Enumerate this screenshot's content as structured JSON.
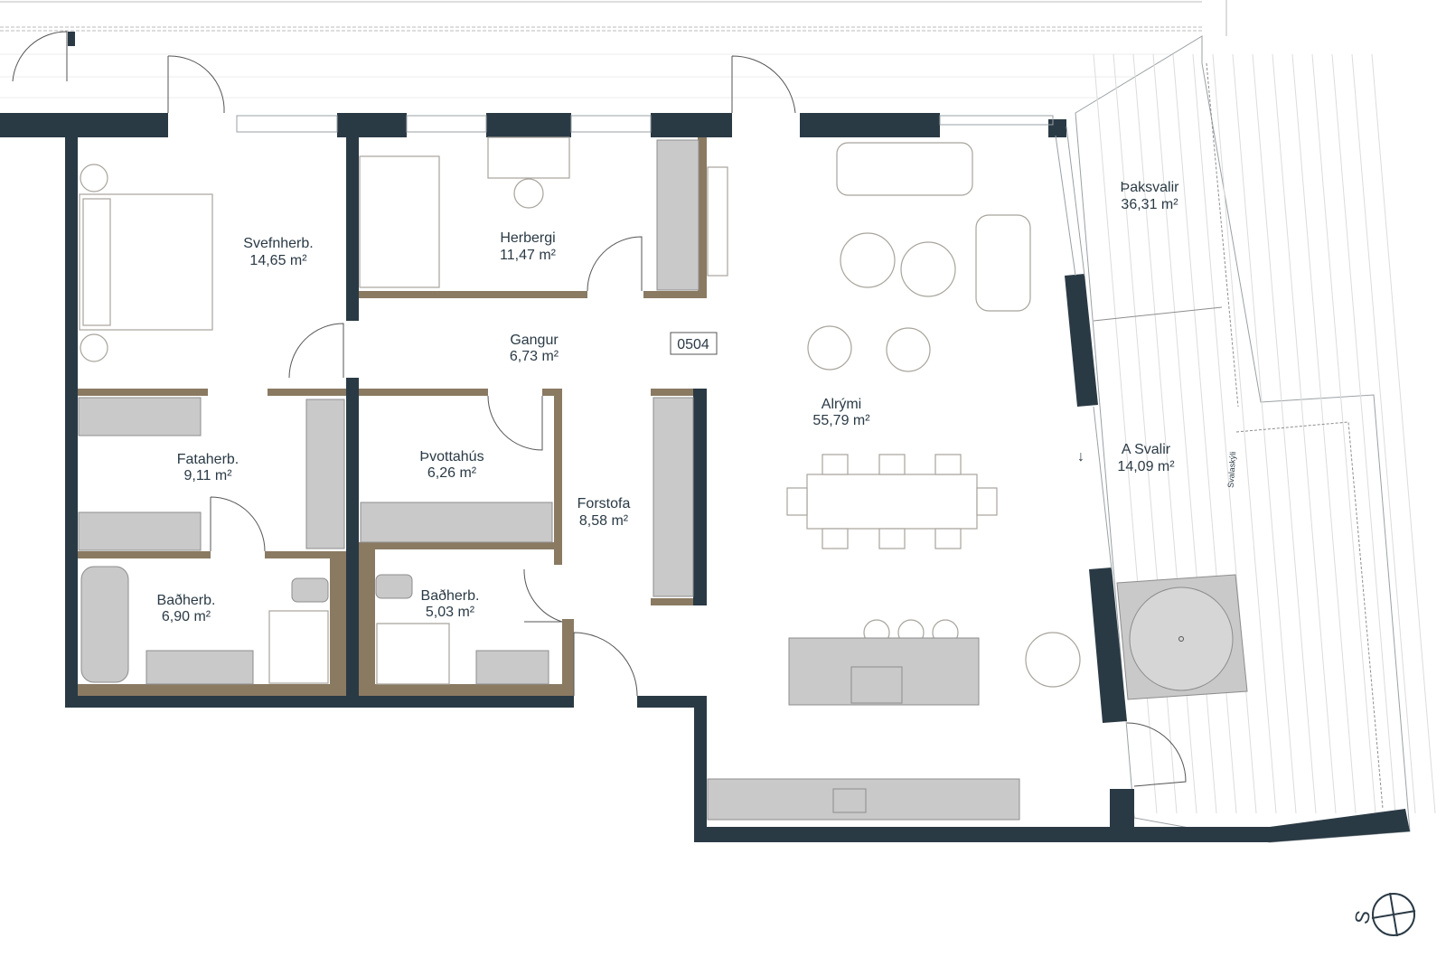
{
  "plan": {
    "unit_number": "0504",
    "rooms": [
      {
        "name": "Svefnherb.",
        "area": "14,65 m²"
      },
      {
        "name": "Herbergi",
        "area": "11,47 m²"
      },
      {
        "name": "Gangur",
        "area": "6,73 m²"
      },
      {
        "name": "Fataherb.",
        "area": "9,11 m²"
      },
      {
        "name": "Þvottahús",
        "area": "6,26 m²"
      },
      {
        "name": "Forstofa",
        "area": "8,58 m²"
      },
      {
        "name": "Baðherb.",
        "area": "6,90 m²"
      },
      {
        "name": "Baðherb.",
        "area": "5,03 m²"
      },
      {
        "name": "Alrými",
        "area": "55,79 m²"
      },
      {
        "name": "Þaksvalir",
        "area": "36,31 m²"
      },
      {
        "name": "A Svalir",
        "area": "14,09 m²"
      }
    ],
    "shelter_label": "Svalaskýli",
    "compass_letter": "S",
    "colors": {
      "wall": "#2a3a45",
      "partition": "#8a7a62",
      "fixture": "#c9c9c9"
    }
  }
}
